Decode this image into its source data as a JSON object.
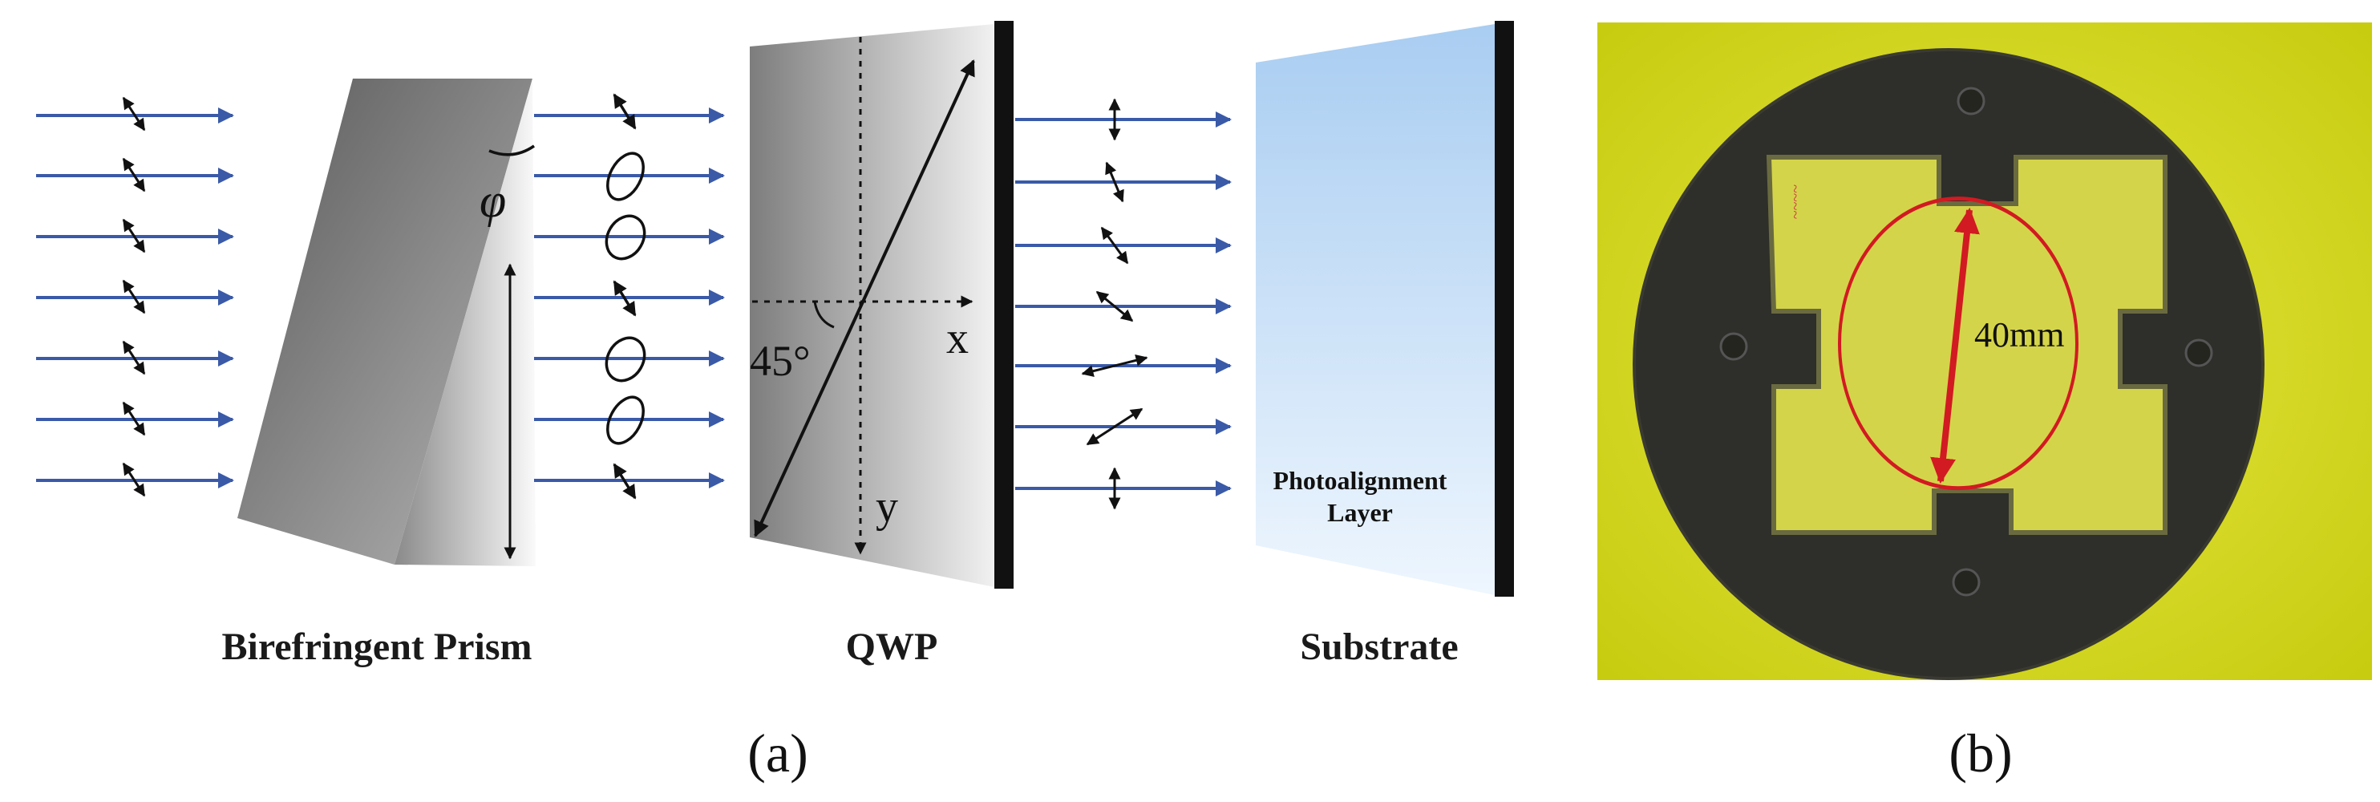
{
  "figure": {
    "panel_a": {
      "component_labels": {
        "prism": "Birefringent Prism",
        "qwp": "QWP",
        "substrate": "Substrate"
      },
      "angle_symbol": "φ",
      "angle_45": "45°",
      "axis_x": "x",
      "axis_y": "y",
      "layer_label_line1": "Photoalignment",
      "layer_label_line2": "Layer",
      "panel_label": "(a)"
    },
    "panel_b": {
      "diameter_label": "40mm",
      "panel_label": "(b)"
    },
    "colors": {
      "beam": "#3a5aa8",
      "qwp_dark": "#7d7d7d",
      "qwp_light": "#f1f1f1",
      "substrate_top": "#a9cdf1",
      "substrate_bottom": "#eef6fe",
      "photo_bg": "#d9de1d",
      "holder": "#2e2e2a",
      "marker_red": "#d21a22"
    }
  }
}
